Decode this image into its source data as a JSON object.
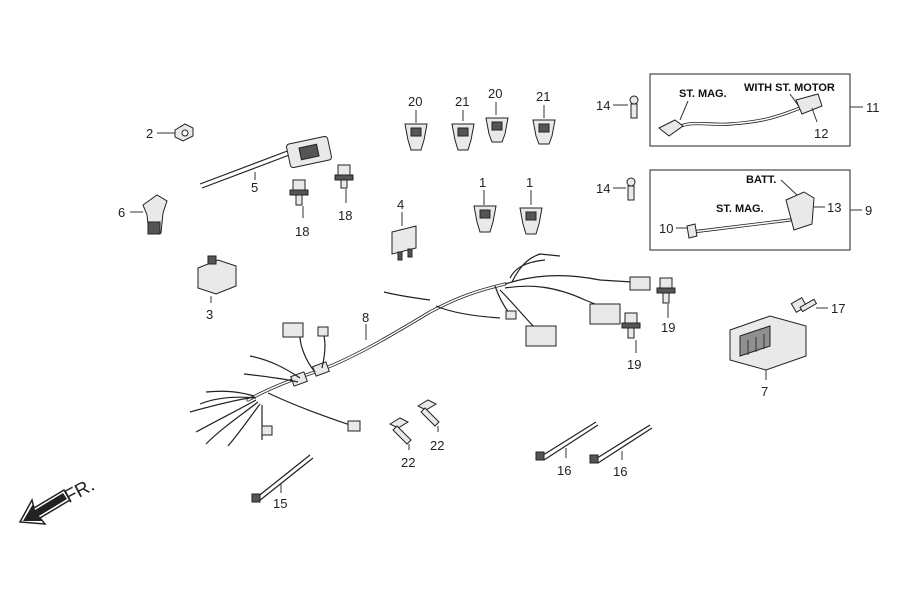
{
  "diagram": {
    "callouts": {
      "c1a": "1",
      "c1b": "1",
      "c2": "2",
      "c3": "3",
      "c4": "4",
      "c5": "5",
      "c6": "6",
      "c7": "7",
      "c8": "8",
      "c9": "9",
      "c10": "10",
      "c11": "11",
      "c12": "12",
      "c13": "13",
      "c14a": "14",
      "c14b": "14",
      "c15": "15",
      "c16a": "16",
      "c16b": "16",
      "c17": "17",
      "c18a": "18",
      "c18b": "18",
      "c19a": "19",
      "c19b": "19",
      "c20a": "20",
      "c20b": "20",
      "c21a": "21",
      "c21b": "21",
      "c22a": "22",
      "c22b": "22"
    },
    "box_upper": {
      "label_left": "ST. MAG.",
      "label_right": "WITH ST. MOTOR"
    },
    "box_lower": {
      "label_batt": "BATT.",
      "label_mag": "ST. MAG."
    },
    "direction_label": "FR."
  }
}
